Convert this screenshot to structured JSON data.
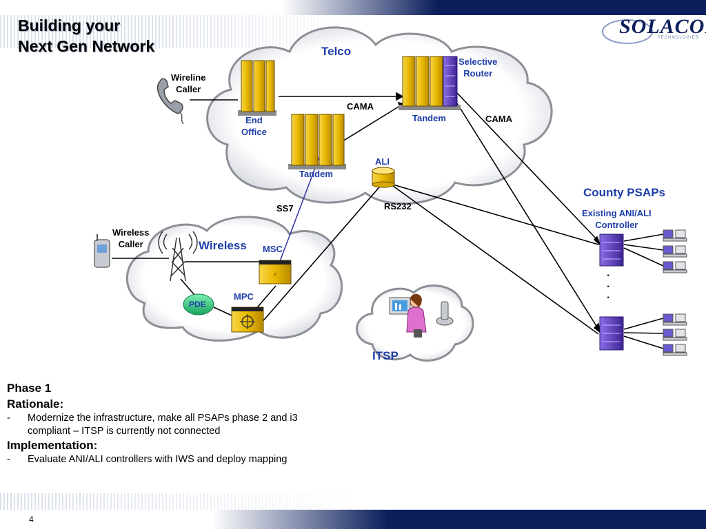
{
  "slide": {
    "title_line1": "Building your",
    "title_line2": "Next Gen Network",
    "logo": "SOLACOM",
    "logo_sub": "TECHNOLOGIES",
    "page_number": "4"
  },
  "diagram": {
    "clouds": {
      "telco": "Telco",
      "wireless": "Wireless",
      "itsp": "ITSP"
    },
    "nodes": {
      "wireline_caller": [
        "Wireline",
        "Caller"
      ],
      "end_office": [
        "End",
        "Office"
      ],
      "tandem_1": "Tandem",
      "tandem_2": "Tandem",
      "selective_router": [
        "Selective",
        "Router"
      ],
      "ali": "ALI",
      "wireless_caller": [
        "Wireless",
        "Caller"
      ],
      "msc": "MSC",
      "mpc": "MPC",
      "pde": "PDE",
      "county_psaps": "County PSAPs",
      "controller": [
        "Existing ANI/ALI",
        "Controller"
      ],
      "ellipsis": [
        "·",
        "·",
        "·"
      ]
    },
    "links": {
      "cama_1": "CAMA",
      "cama_2": "CAMA",
      "ss7": "SS7",
      "rs232": "RS232"
    },
    "colors": {
      "server_gold": "#e8b800",
      "server_purple": "#5a3ab8",
      "label_blue": "#1e3ea8",
      "pde_green": "#2ec87a"
    }
  },
  "content": {
    "phase": "Phase 1",
    "rationale_title": "Rationale:",
    "rationale_items": [
      [
        "Modernize the infrastructure, make all PSAPs phase 2 and i3",
        "compliant – ITSP is currently not connected"
      ]
    ],
    "implementation_title": "Implementation:",
    "implementation_items": [
      "Evaluate ANI/ALI controllers with IWS and deploy mapping"
    ],
    "bullet_dash": "-"
  }
}
